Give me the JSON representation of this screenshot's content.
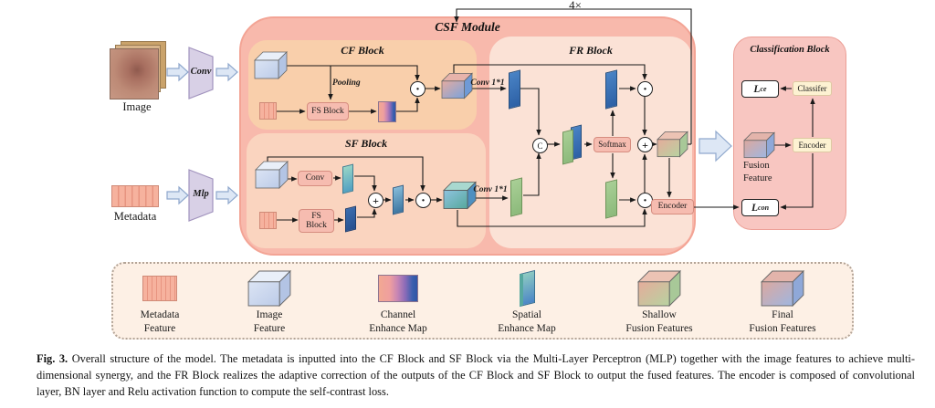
{
  "diagram": {
    "loop_label": "4×",
    "csf": {
      "title": "CSF Module"
    },
    "cf": {
      "title": "CF Block",
      "pooling": "Pooling",
      "fs_block": "FS Block",
      "conv1x1": "Conv 1*1"
    },
    "sf": {
      "title": "SF Block",
      "conv": "Conv",
      "fs_line1": "FS",
      "fs_line2": "Block",
      "conv1x1": "Conv 1*1"
    },
    "fr": {
      "title": "FR Block",
      "softmax": "Softmax",
      "encoder": "Encoder"
    },
    "cls": {
      "title": "Classification Block",
      "lce_main": "L",
      "lce_sub": "ce",
      "classifier": "Classifer",
      "encoder": "Encoder",
      "fusion_line1": "Fusion",
      "fusion_line2": "Feature",
      "lcon_main": "L",
      "lcon_sub": "con"
    },
    "inputs": {
      "image": "Image",
      "metadata": "Metadata",
      "conv": "Conv",
      "mlp": "Mlp"
    },
    "ops": {
      "dot": "·",
      "plus": "+",
      "concat": "C"
    }
  },
  "legend": {
    "items": [
      {
        "line1": "Metadata",
        "line2": "Feature",
        "icon": "metadata-feature"
      },
      {
        "line1": "Image",
        "line2": "Feature",
        "icon": "image-feature"
      },
      {
        "line1": "Channel",
        "line2": "Enhance Map",
        "icon": "channel-enhance-map"
      },
      {
        "line1": "Spatial",
        "line2": "Enhance Map",
        "icon": "spatial-enhance-map"
      },
      {
        "line1": "Shallow",
        "line2": "Fusion Features",
        "icon": "shallow-fusion-features"
      },
      {
        "line1": "Final",
        "line2": "Fusion Features",
        "icon": "final-fusion-features"
      }
    ]
  },
  "caption": {
    "prefix": "Fig. 3.",
    "body": "Overall structure of the model. The metadata is inputted into the CF Block and SF Block via the Multi-Layer Perceptron (MLP) together with the image features to achieve multi-dimensional synergy, and the FR Block realizes the adaptive correction of the outputs of the CF Block and SF Block to output the fused features. The encoder is composed of convolutional layer, BN layer and Relu activation function to compute the self-contrast loss."
  },
  "colors": {
    "csf_module_fill": "#f8b9ac",
    "cf_block_fill": "#f9cfab",
    "sf_block_fill": "#fad4bf",
    "fr_block_fill": "#fbe2d6",
    "classification_fill": "#f8c6c1",
    "legend_fill": "#fdf0e5",
    "pink_box": "#f6bcb0",
    "yellow_box": "#fdf2d2",
    "slab_blue": "#3b76bd",
    "slab_green": "#9cc489",
    "block_arrow_fill": "#dde7f5"
  }
}
